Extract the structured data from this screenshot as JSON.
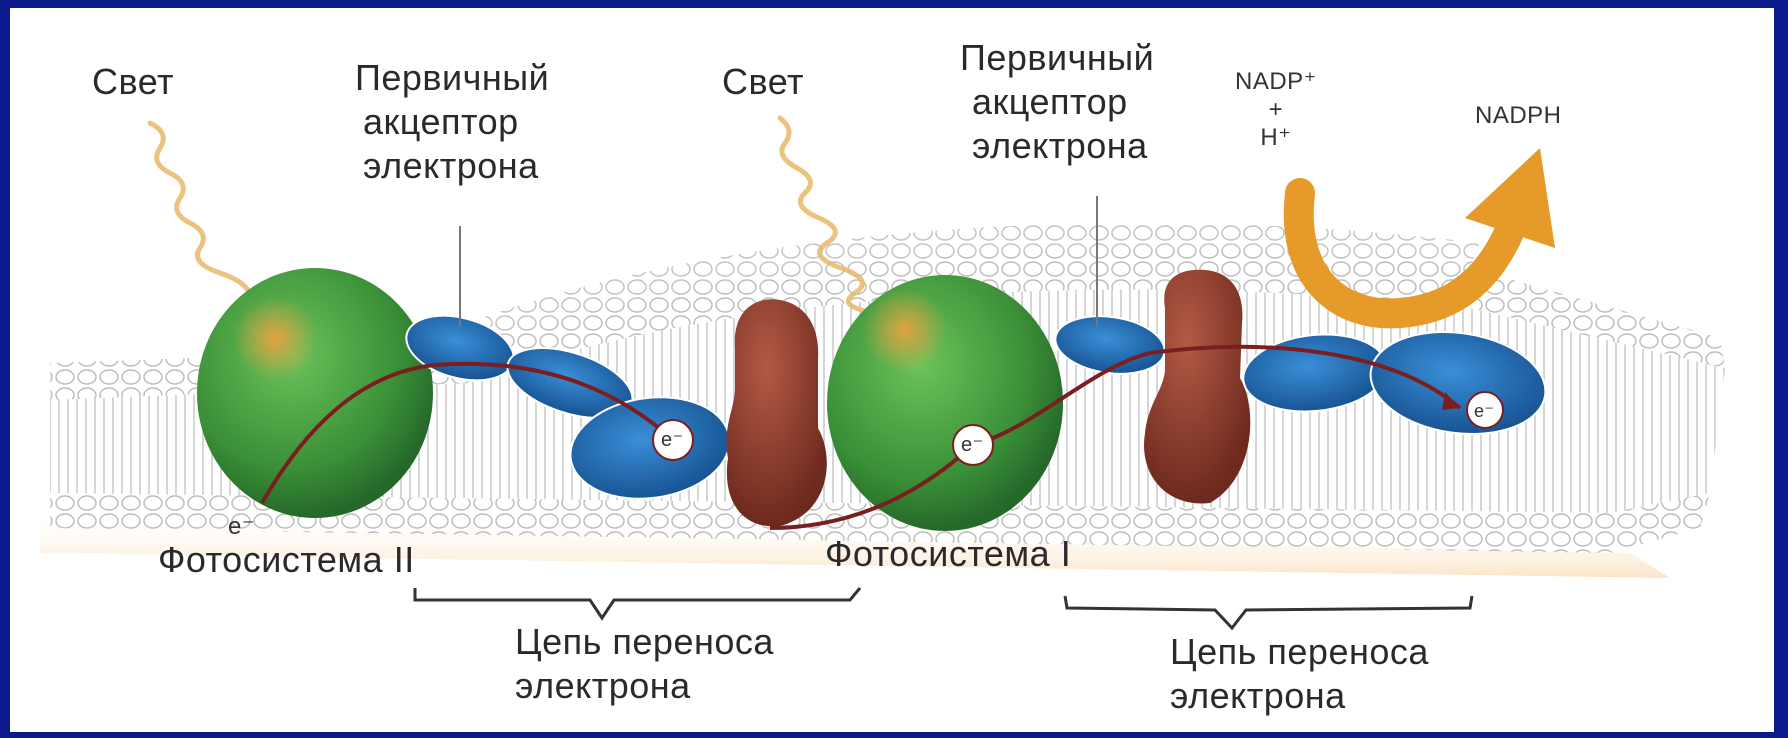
{
  "labels": {
    "light_left": "Свет",
    "light_right": "Свет",
    "acceptor_left": [
      "Первичный",
      "акцептор",
      "электрона"
    ],
    "acceptor_right": [
      "Первичный",
      "акцептор",
      "электрона"
    ],
    "nadp": [
      "NADP⁺",
      "+",
      "H⁺"
    ],
    "nadph": "NADPH",
    "photosystem_ii": "Фотосистема II",
    "photosystem_i": "Фотосистема I",
    "chain_left": [
      "Цепь переноса",
      "электрона"
    ],
    "chain_right": [
      "Цепь переноса",
      "электрона"
    ],
    "electron": "e⁻"
  },
  "colors": {
    "background": "#0a1a8c",
    "photosystem": "#3e9a3c",
    "protein_blue": "#1f6fb5",
    "cytochrome": "#8a3a2a",
    "nadph_arrow": "#e59a2a",
    "light_wave": "#e8b868",
    "electron_path": "#7a1f1f"
  }
}
